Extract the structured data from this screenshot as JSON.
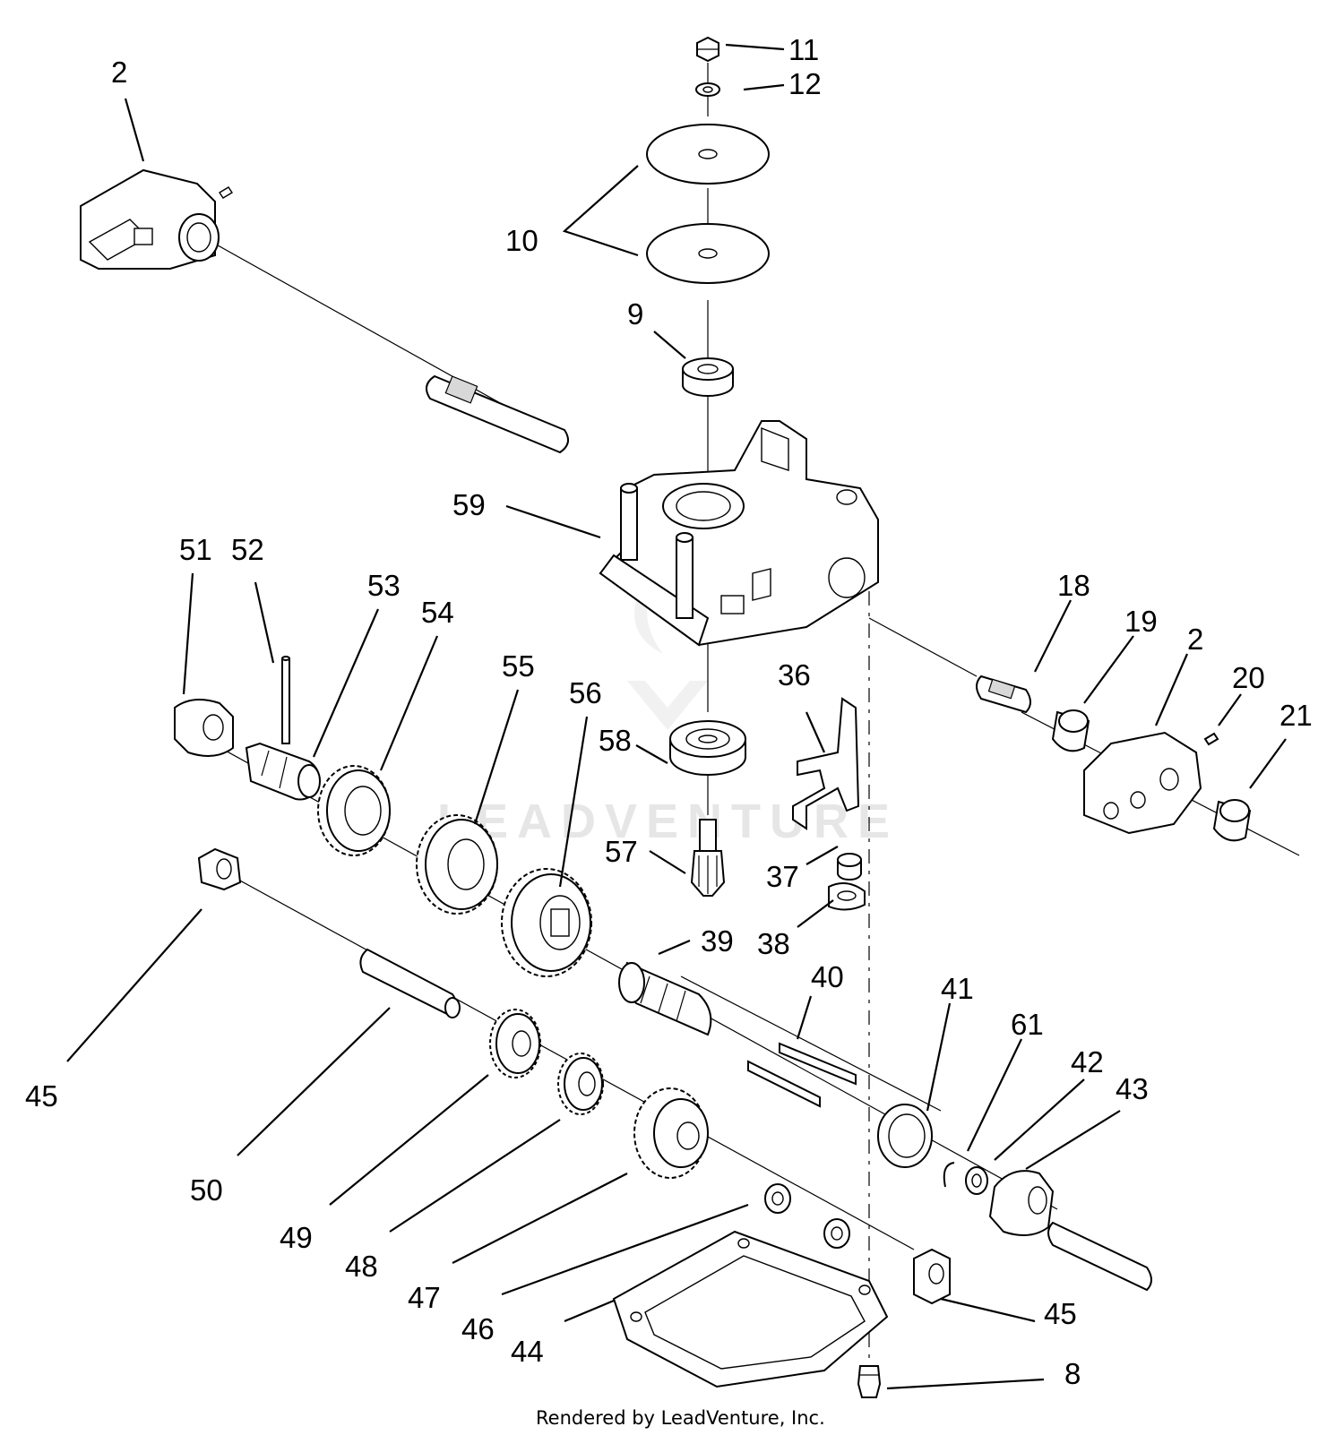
{
  "watermark": "LEADVENTURE",
  "footer": "Rendered by LeadVenture, Inc.",
  "callouts": [
    {
      "id": "2a",
      "label": "2"
    },
    {
      "id": "11",
      "label": "11"
    },
    {
      "id": "12",
      "label": "12"
    },
    {
      "id": "10",
      "label": "10"
    },
    {
      "id": "9",
      "label": "9"
    },
    {
      "id": "59",
      "label": "59"
    },
    {
      "id": "51",
      "label": "51"
    },
    {
      "id": "52",
      "label": "52"
    },
    {
      "id": "53",
      "label": "53"
    },
    {
      "id": "54",
      "label": "54"
    },
    {
      "id": "55",
      "label": "55"
    },
    {
      "id": "56",
      "label": "56"
    },
    {
      "id": "58",
      "label": "58"
    },
    {
      "id": "36",
      "label": "36"
    },
    {
      "id": "18",
      "label": "18"
    },
    {
      "id": "19",
      "label": "19"
    },
    {
      "id": "2b",
      "label": "2"
    },
    {
      "id": "20",
      "label": "20"
    },
    {
      "id": "21",
      "label": "21"
    },
    {
      "id": "57",
      "label": "57"
    },
    {
      "id": "37",
      "label": "37"
    },
    {
      "id": "38",
      "label": "38"
    },
    {
      "id": "39",
      "label": "39"
    },
    {
      "id": "40",
      "label": "40"
    },
    {
      "id": "41",
      "label": "41"
    },
    {
      "id": "61",
      "label": "61"
    },
    {
      "id": "42",
      "label": "42"
    },
    {
      "id": "43",
      "label": "43"
    },
    {
      "id": "45a",
      "label": "45"
    },
    {
      "id": "50",
      "label": "50"
    },
    {
      "id": "49",
      "label": "49"
    },
    {
      "id": "48",
      "label": "48"
    },
    {
      "id": "47",
      "label": "47"
    },
    {
      "id": "46",
      "label": "46"
    },
    {
      "id": "44",
      "label": "44"
    },
    {
      "id": "45b",
      "label": "45"
    },
    {
      "id": "8",
      "label": "8"
    }
  ]
}
